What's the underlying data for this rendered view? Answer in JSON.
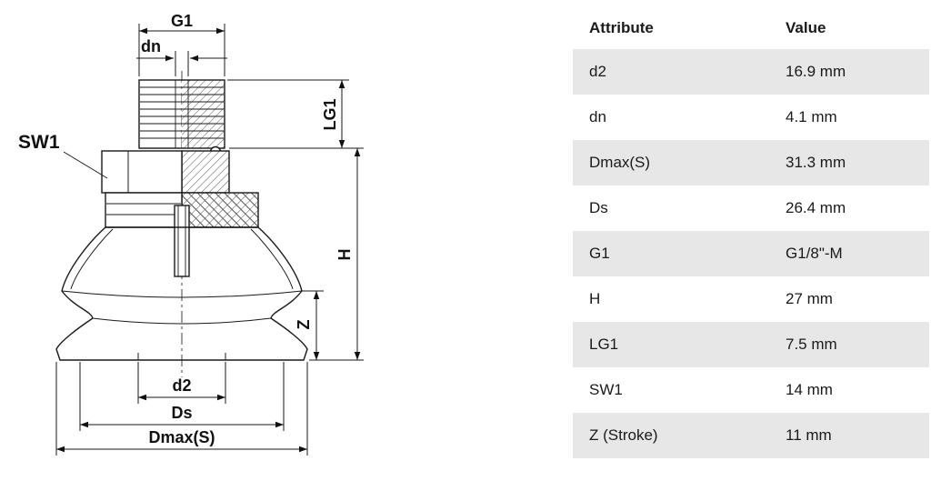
{
  "drawing": {
    "labels": {
      "G1": "G1",
      "dn": "dn",
      "LG1": "LG1",
      "SW1": "SW1",
      "H": "H",
      "Z": "Z",
      "d2": "d2",
      "Ds": "Ds",
      "Dmax": "Dmax(S)"
    }
  },
  "table": {
    "header": {
      "attribute": "Attribute",
      "value": "Value"
    },
    "rows": [
      {
        "attribute": "d2",
        "value": "16.9 mm"
      },
      {
        "attribute": "dn",
        "value": "4.1 mm"
      },
      {
        "attribute": "Dmax(S)",
        "value": "31.3 mm"
      },
      {
        "attribute": "Ds",
        "value": "26.4 mm"
      },
      {
        "attribute": "G1",
        "value": "G1/8\"-M"
      },
      {
        "attribute": "H",
        "value": "27 mm"
      },
      {
        "attribute": "LG1",
        "value": "7.5 mm"
      },
      {
        "attribute": "SW1",
        "value": "14 mm"
      },
      {
        "attribute": "Z (Stroke)",
        "value": "11 mm"
      }
    ]
  },
  "colors": {
    "row_alt": "#e7e7e7",
    "line": "#1a1a1a"
  }
}
